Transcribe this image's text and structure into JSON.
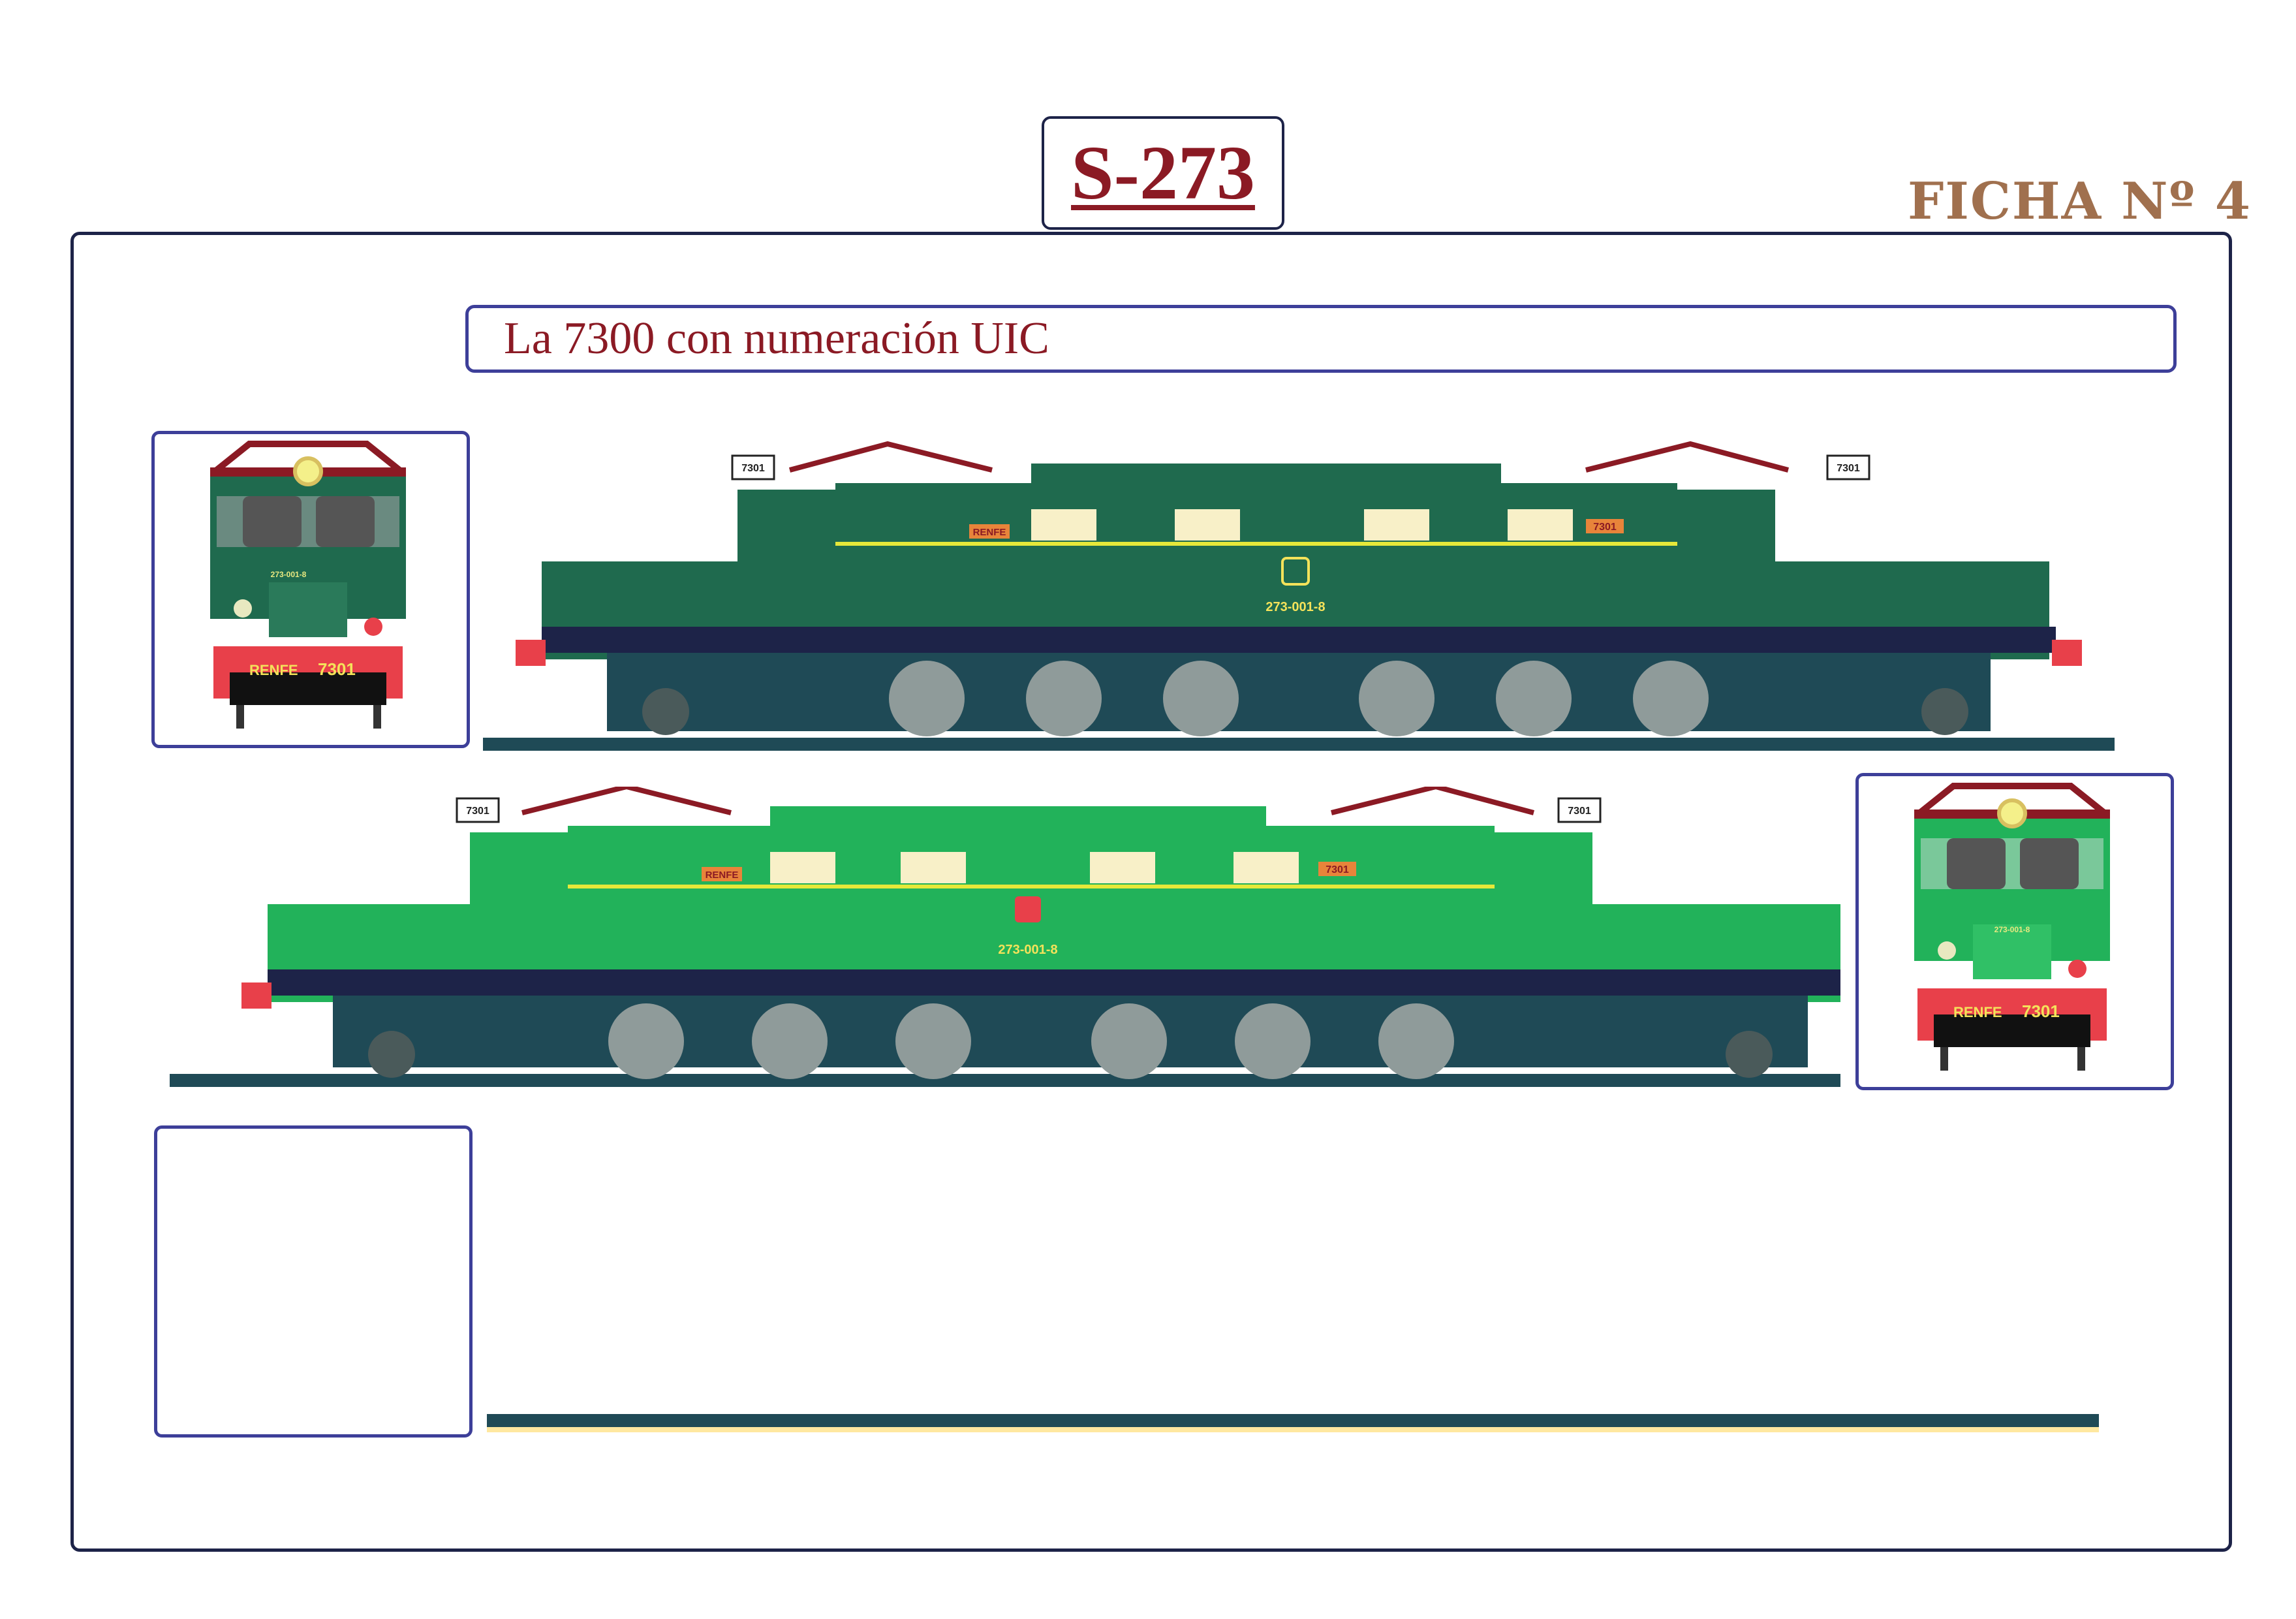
{
  "sheet": {
    "title": "S-273",
    "ficha": "FICHA Nº 4",
    "subtitle": "La 7300 con numeración UIC"
  },
  "loco_dark": {
    "cab_number": "7301",
    "side_number": "7301",
    "brand": "RENFE",
    "uic_number": "273-001-8",
    "front_uic": "273-001-8",
    "front_brand": "RENFE",
    "front_number": "7301"
  },
  "loco_light": {
    "cab_number": "7301",
    "side_number": "7301",
    "brand": "RENFE",
    "uic_number": "273-001-8",
    "front_uic": "273-001-8",
    "front_brand": "RENFE",
    "front_number": "7301"
  },
  "colors": {
    "dark_green": "#1f6a4e",
    "light_green": "#22b25a",
    "frame_navy": "#1d2348",
    "box_blue": "#3d3f99",
    "title_red": "#8b1a24",
    "ficha_brown": "#a0704e",
    "buffer_red": "#e8404a"
  }
}
